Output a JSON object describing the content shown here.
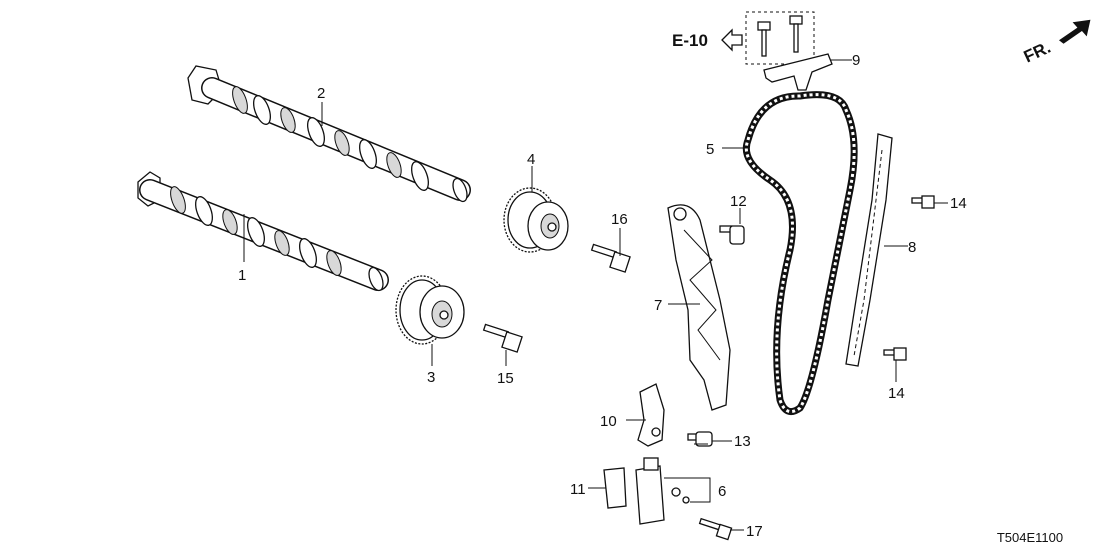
{
  "diagram_code": "T504E1100",
  "reference": {
    "label": "E-10"
  },
  "front_indicator": {
    "label": "FR."
  },
  "callouts": [
    "1",
    "2",
    "3",
    "4",
    "5",
    "6",
    "7",
    "8",
    "9",
    "10",
    "11",
    "12",
    "13",
    "14",
    "14",
    "15",
    "16",
    "17"
  ]
}
